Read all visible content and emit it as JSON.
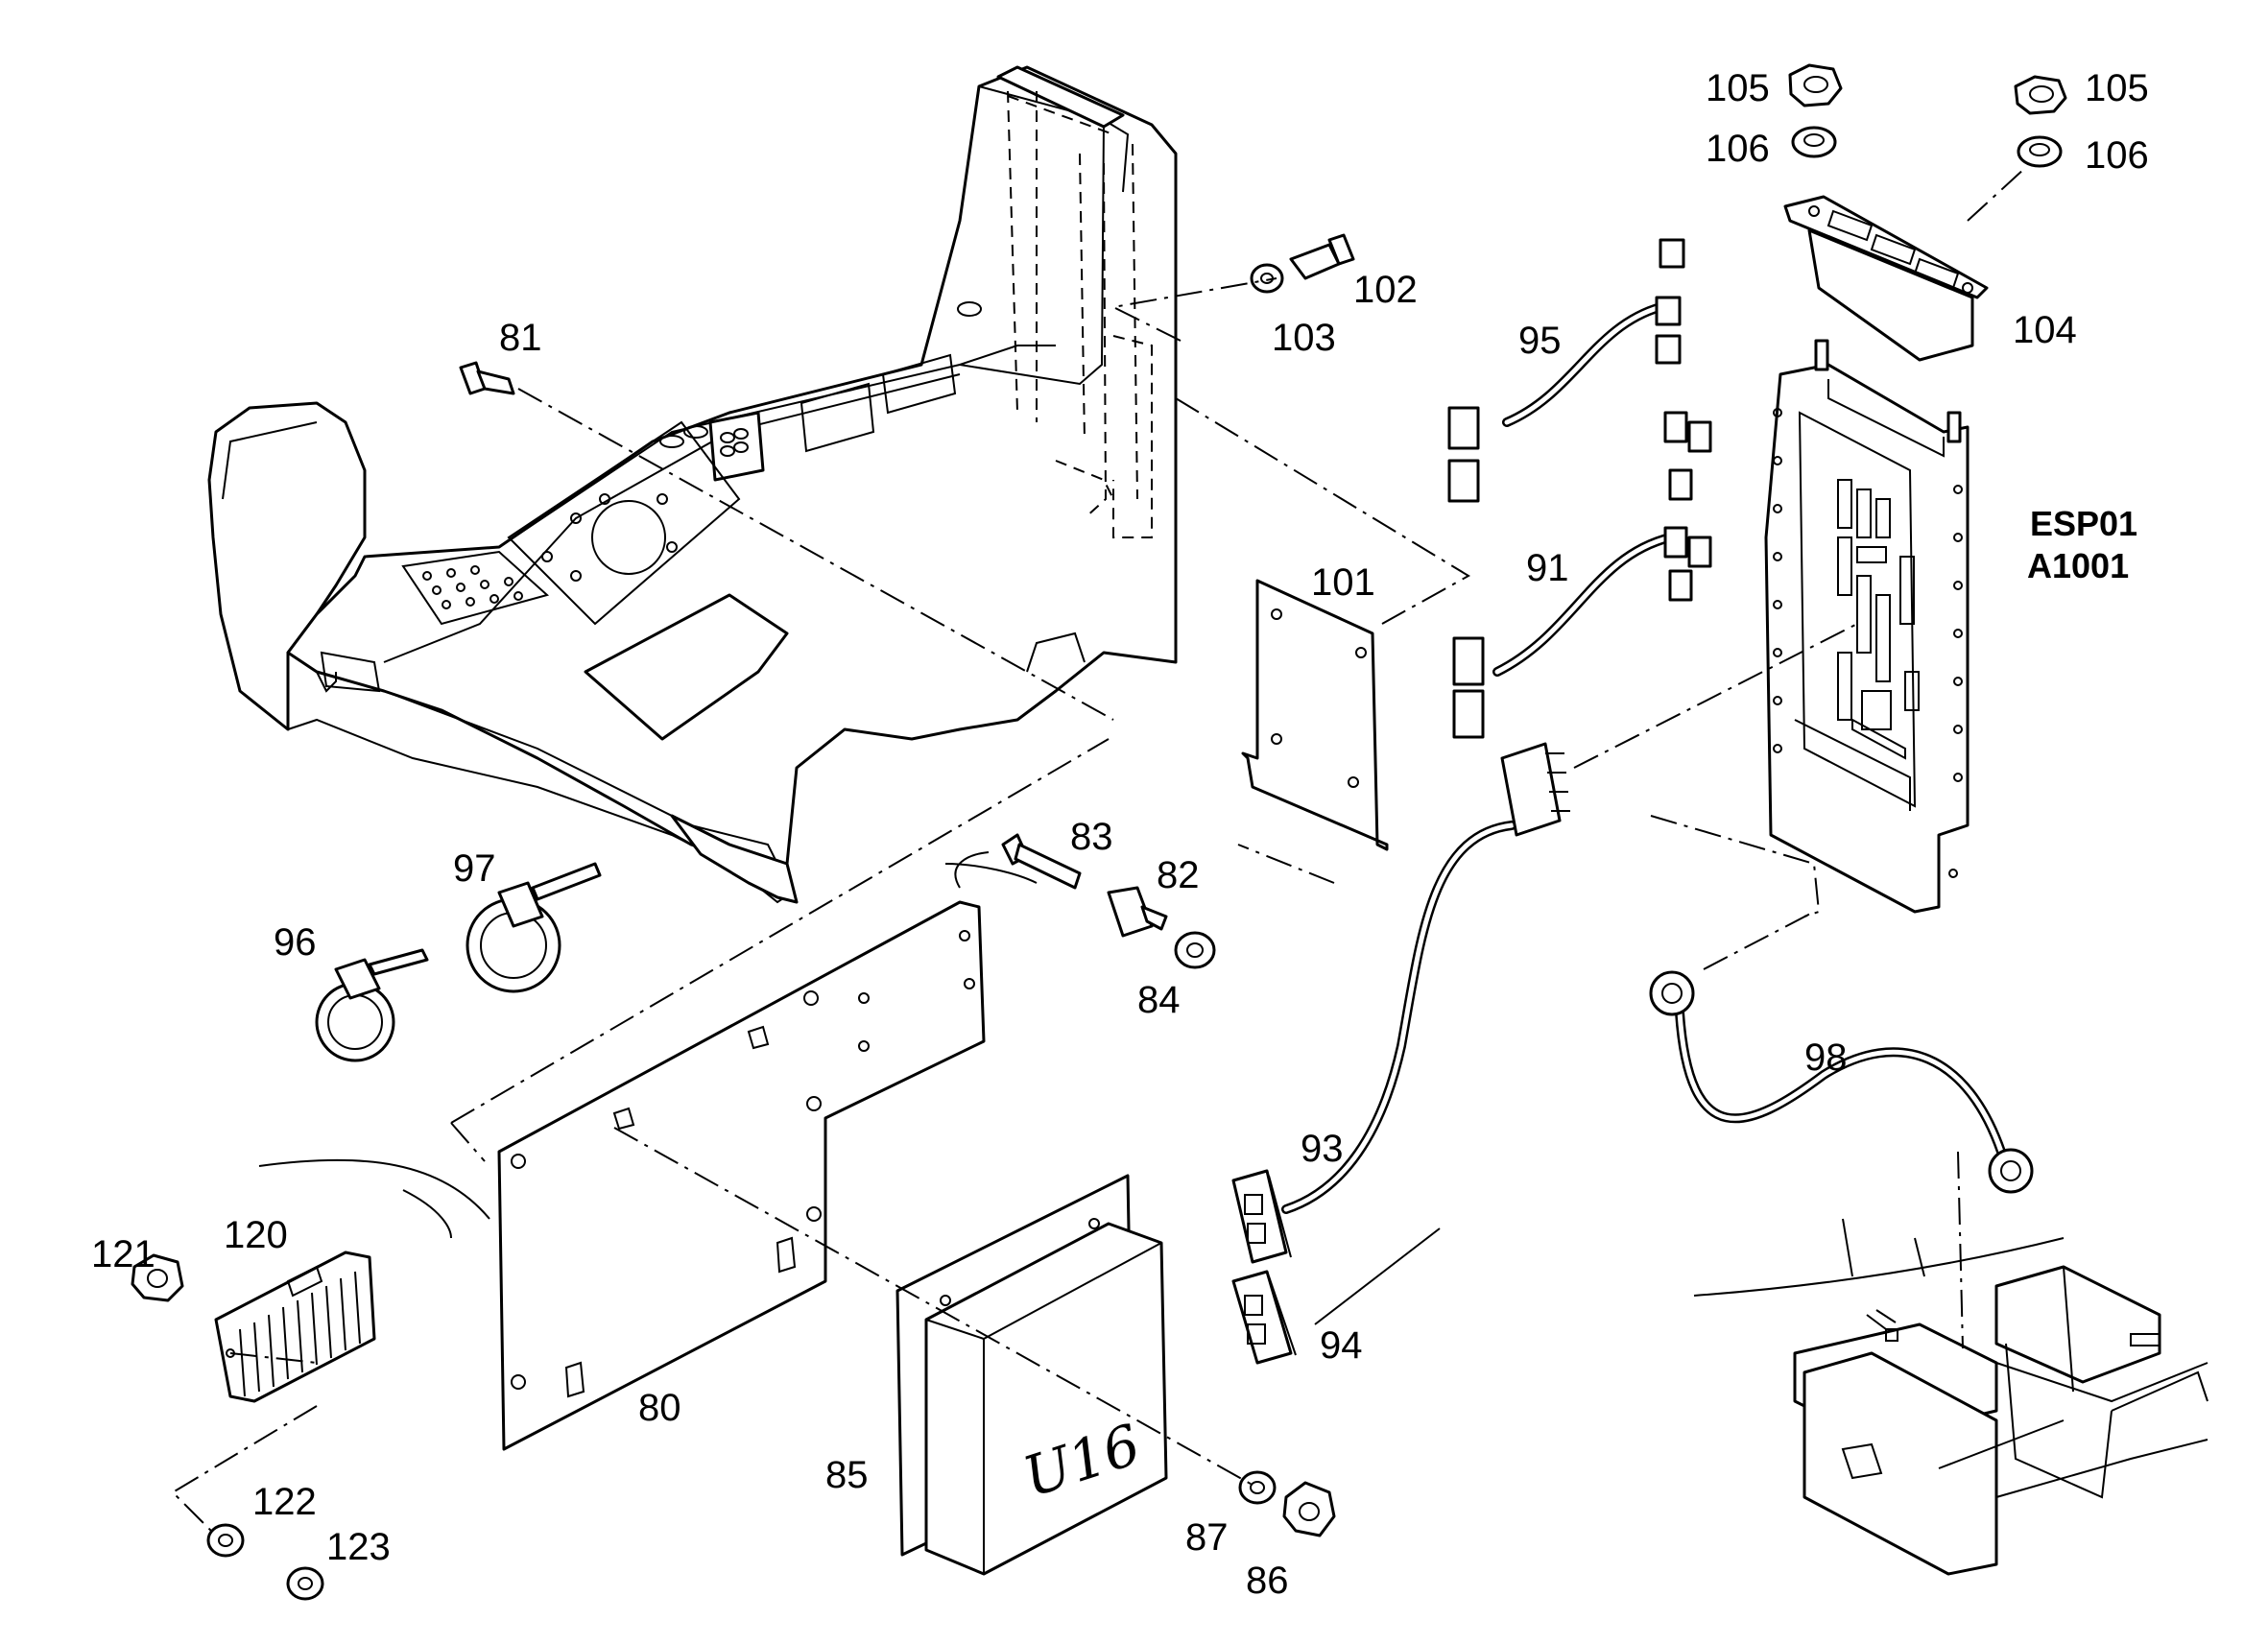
{
  "labels": {
    "p80": "80",
    "p81": "81",
    "p82": "82",
    "p83": "83",
    "p84": "84",
    "p85": "85",
    "p86": "86",
    "p87": "87",
    "p91": "91",
    "p93": "93",
    "p94": "94",
    "p95": "95",
    "p96": "96",
    "p97": "97",
    "p98": "98",
    "p101": "101",
    "p102": "102",
    "p103": "103",
    "p104": "104",
    "p105a": "105",
    "p105b": "105",
    "p106a": "106",
    "p106b": "106",
    "p120": "120",
    "p121": "121",
    "p122": "122",
    "p123": "123"
  },
  "module": {
    "line1": "ESP01",
    "line2": "A1001"
  },
  "ecu_label": "U16"
}
